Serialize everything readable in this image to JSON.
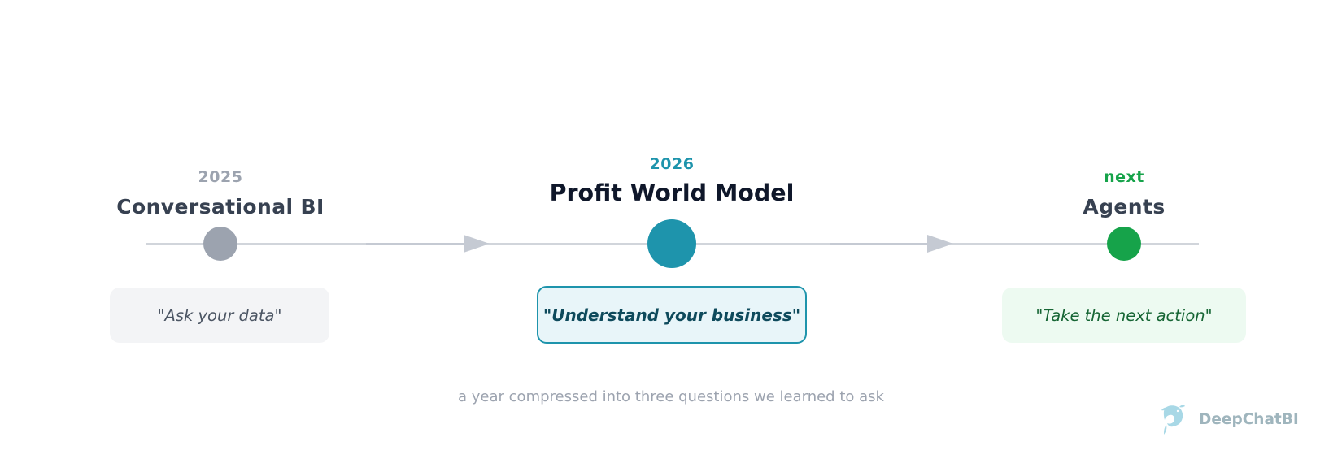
{
  "milestones": [
    {
      "year": "2025",
      "title": "Conversational BI",
      "quote": "\"Ask your data\"",
      "color": "#9ca3af"
    },
    {
      "year": "2026",
      "title": "Profit World Model",
      "quote": "\"Understand your business\"",
      "color": "#1e94ac"
    },
    {
      "year": "next",
      "title": "Agents",
      "quote": "\"Take the next action\"",
      "color": "#16a34a"
    }
  ],
  "caption": "a year compressed into three questions we learned to ask",
  "brand": {
    "name": "DeepChatBI",
    "icon": "dolphin-icon",
    "color": "#9fb5bd"
  }
}
